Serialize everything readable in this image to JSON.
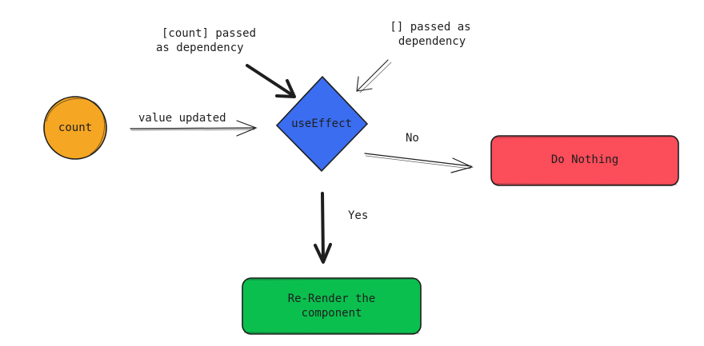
{
  "nodes": {
    "count": {
      "label": "count",
      "shape": "circle",
      "color": "#f5a623"
    },
    "use_effect": {
      "label": "useEffect",
      "shape": "diamond",
      "color": "#3b6df0"
    },
    "do_nothing": {
      "label": "Do Nothing",
      "shape": "rounded-rectangle",
      "color": "#fb4d5a"
    },
    "re_render": {
      "line1": "Re-Render the",
      "line2": "component",
      "shape": "rounded-rectangle",
      "color": "#0bbf4e"
    }
  },
  "annotations": {
    "count_dependency": {
      "line1": "[count] passed",
      "line2": "as dependency"
    },
    "empty_dependency": {
      "line1": "[] passed as",
      "line2": "dependency"
    }
  },
  "edges": {
    "value_updated": "value updated",
    "no": "No",
    "yes": "Yes"
  },
  "stroke_color": "#1e1e1e"
}
